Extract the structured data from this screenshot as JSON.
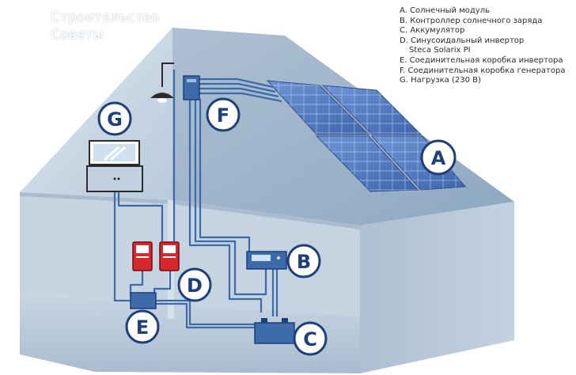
{
  "watermark": {
    "line1": "Строительство",
    "line2": "Советы",
    "icon": "house-logo-icon"
  },
  "legend": {
    "items": [
      "A. Солнечный модуль",
      "B. Контроллер солнечного заряда",
      "C. Аккумулятор",
      "D. Синусоидальный инвертор",
      "Steca Solarix PI",
      "E. Соединительная коробка инвертора",
      "F. Соединительная коробка генератора",
      "G. Нагрузка (230 В)"
    ]
  },
  "markers": {
    "A": "A",
    "B": "B",
    "C": "C",
    "D": "D",
    "E": "E",
    "F": "F",
    "G": "G"
  },
  "colors": {
    "house_wall": "#b7c8d9",
    "roof_dark": "#8aa3bc",
    "solar_panel": "#5a7fc4",
    "cable": "#3d6aa8",
    "inverter": "#d9272e",
    "marker": "#1d3f7a"
  }
}
